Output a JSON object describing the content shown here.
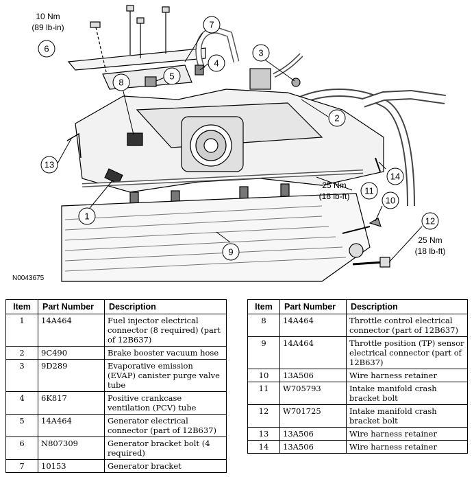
{
  "figure_id": "N0043675",
  "callouts": [
    {
      "id": "1",
      "label": "1"
    },
    {
      "id": "2",
      "label": "2"
    },
    {
      "id": "3",
      "label": "3"
    },
    {
      "id": "4",
      "label": "4"
    },
    {
      "id": "5",
      "label": "5"
    },
    {
      "id": "6",
      "label": "6"
    },
    {
      "id": "7",
      "label": "7"
    },
    {
      "id": "8",
      "label": "8"
    },
    {
      "id": "9",
      "label": "9"
    },
    {
      "id": "10",
      "label": "10"
    },
    {
      "id": "11",
      "label": "11"
    },
    {
      "id": "12",
      "label": "12"
    },
    {
      "id": "13",
      "label": "13"
    },
    {
      "id": "14",
      "label": "14"
    }
  ],
  "torque_specs": [
    {
      "for": "6",
      "line1": "10 Nm",
      "line2": "(89 lb-in)"
    },
    {
      "for": "11",
      "line1": "25 Nm",
      "line2": "(18 lb-ft)"
    },
    {
      "for": "12",
      "line1": "25 Nm",
      "line2": "(18 lb-ft)"
    }
  ],
  "table": {
    "headers": {
      "item": "Item",
      "part_number": "Part Number",
      "description": "Description"
    },
    "rows": [
      {
        "item": "1",
        "part_number": "14A464",
        "description": "Fuel injector electrical connector (8 required) (part of 12B637)"
      },
      {
        "item": "2",
        "part_number": "9C490",
        "description": "Brake booster vacuum hose"
      },
      {
        "item": "3",
        "part_number": "9D289",
        "description": "Evaporative emission (EVAP) canister purge valve tube"
      },
      {
        "item": "4",
        "part_number": "6K817",
        "description": "Positive crankcase ventilation (PCV) tube"
      },
      {
        "item": "5",
        "part_number": "14A464",
        "description": "Generator electrical connector (part of 12B637)"
      },
      {
        "item": "6",
        "part_number": "N807309",
        "description": "Generator bracket bolt (4 required)"
      },
      {
        "item": "7",
        "part_number": "10153",
        "description": "Generator bracket"
      },
      {
        "item": "8",
        "part_number": "14A464",
        "description": "Throttle control electrical connector (part of 12B637)"
      },
      {
        "item": "9",
        "part_number": "14A464",
        "description": "Throttle position (TP) sensor electrical connector (part of 12B637)"
      },
      {
        "item": "10",
        "part_number": "13A506",
        "description": "Wire harness retainer"
      },
      {
        "item": "11",
        "part_number": "W705793",
        "description": "Intake manifold crash bracket bolt"
      },
      {
        "item": "12",
        "part_number": "W701725",
        "description": "Intake manifold crash bracket bolt"
      },
      {
        "item": "13",
        "part_number": "13A506",
        "description": "Wire harness retainer"
      },
      {
        "item": "14",
        "part_number": "13A506",
        "description": "Wire harness retainer"
      }
    ]
  }
}
